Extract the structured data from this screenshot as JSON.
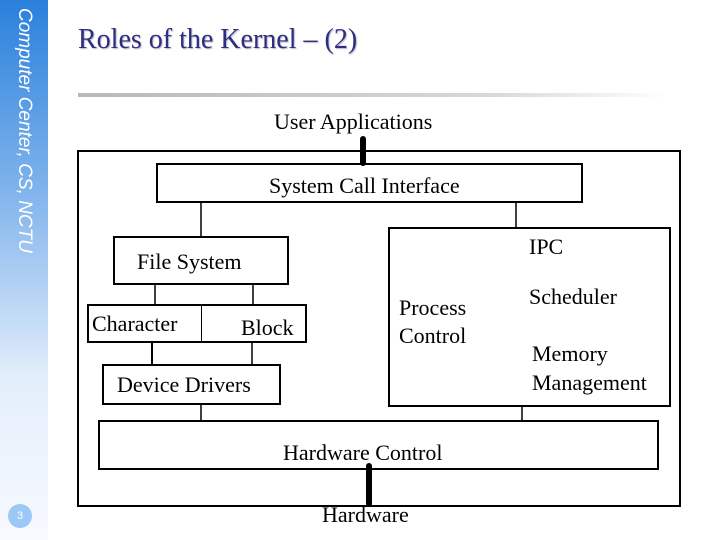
{
  "sidebar": {
    "text": "Computer Center, CS, NCTU",
    "page_number": "3"
  },
  "title": "Roles of the Kernel – (2)",
  "diagram": {
    "user_applications": "User Applications",
    "system_call_interface": "System Call Interface",
    "file_system": "File System",
    "character": "Character",
    "block": "Block",
    "device_drivers": "Device Drivers",
    "ipc": "IPC",
    "process_control_1": "Process",
    "process_control_2": "Control",
    "scheduler": "Scheduler",
    "memory_management_1": "Memory",
    "memory_management_2": "Management",
    "hardware_control": "Hardware Control",
    "hardware": "Hardware"
  }
}
